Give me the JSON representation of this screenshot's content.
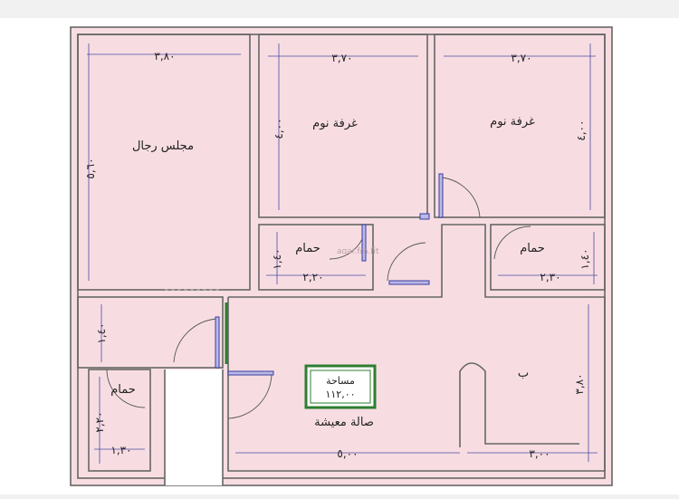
{
  "colors": {
    "floor": "#f7dde2",
    "wall": "#666666",
    "dimension_line": "#4a4aa0",
    "area_box_border": "#2e7d32",
    "door_green": "#2e7d32"
  },
  "rooms": {
    "majlis": {
      "name": "مجلس رجال",
      "width_dim": "٣,٨٠",
      "height_dim": "٥,٦٠"
    },
    "bedroom1": {
      "name": "غرفة نوم",
      "width_dim": "٣,٧٠",
      "height_dim": "٤,٠٠"
    },
    "bedroom2": {
      "name": "غرفة نوم",
      "width_dim": "٣,٧٠",
      "height_dim": "٤,٠٠"
    },
    "bath1": {
      "name": "حمام",
      "width_dim": "٢,٢٠",
      "height_dim": "١,٤٠"
    },
    "bath2": {
      "name": "حمام",
      "width_dim": "٢,٣٠",
      "height_dim": "١,٤٠"
    },
    "bath3": {
      "name": "حمام",
      "width_dim": "١,٣٠",
      "height_dim": "٢,٢٠"
    },
    "lobby": {
      "height_dim": "١,٤٠"
    },
    "living": {
      "name": "صالة معيشة",
      "width_dim": "٥,٠٠",
      "height_dim": "٣,٨٠"
    },
    "kitchen": {
      "label": "ب",
      "width_dim": "٣,٠٠"
    }
  },
  "area_box": {
    "title": "مساحة",
    "value": "١١٢,٠٠"
  },
  "watermark": "aqar.fm.fit"
}
